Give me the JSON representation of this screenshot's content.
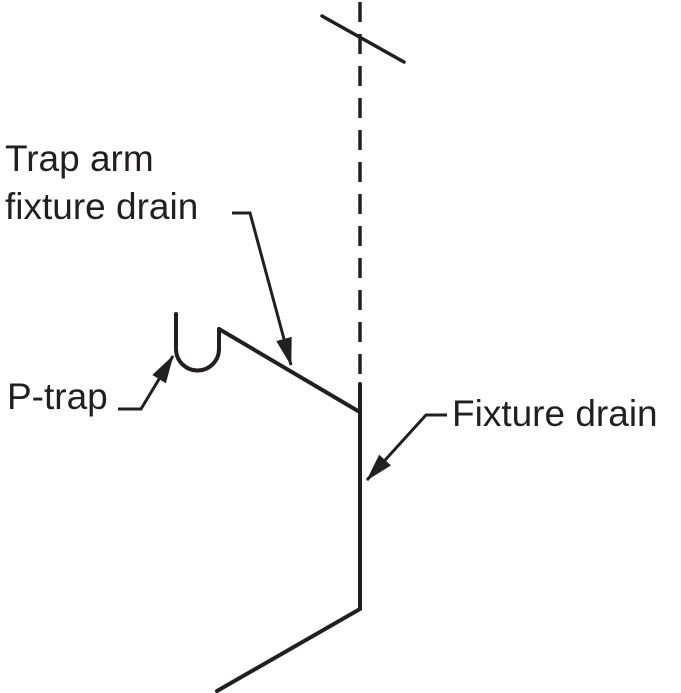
{
  "labels": {
    "trap_arm_line1": "Trap arm",
    "trap_arm_line2": "fixture drain",
    "p_trap": "P-trap",
    "fixture_drain": "Fixture drain"
  },
  "colors": {
    "line": "#231f20",
    "background": "#ffffff"
  }
}
